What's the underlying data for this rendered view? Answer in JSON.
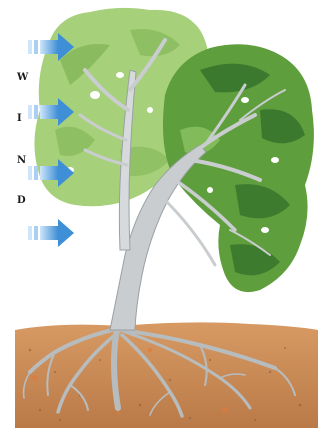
{
  "wind": {
    "letters": [
      "W",
      "I",
      "N",
      "D"
    ],
    "arrow_color": "#3f8fd6",
    "arrow_light": "#a9d0f2"
  },
  "colors": {
    "canopy_light": "#a6d07a",
    "canopy_light_shade": "#7fb454",
    "canopy_dark": "#5f9e3c",
    "canopy_dark_shade": "#2f6e2a",
    "trunk": "#c9cdcf",
    "trunk_shade": "#9aa0a3",
    "soil": "#c98a55",
    "soil_dark": "#8c5a33",
    "roots": "#b7bcbe"
  }
}
